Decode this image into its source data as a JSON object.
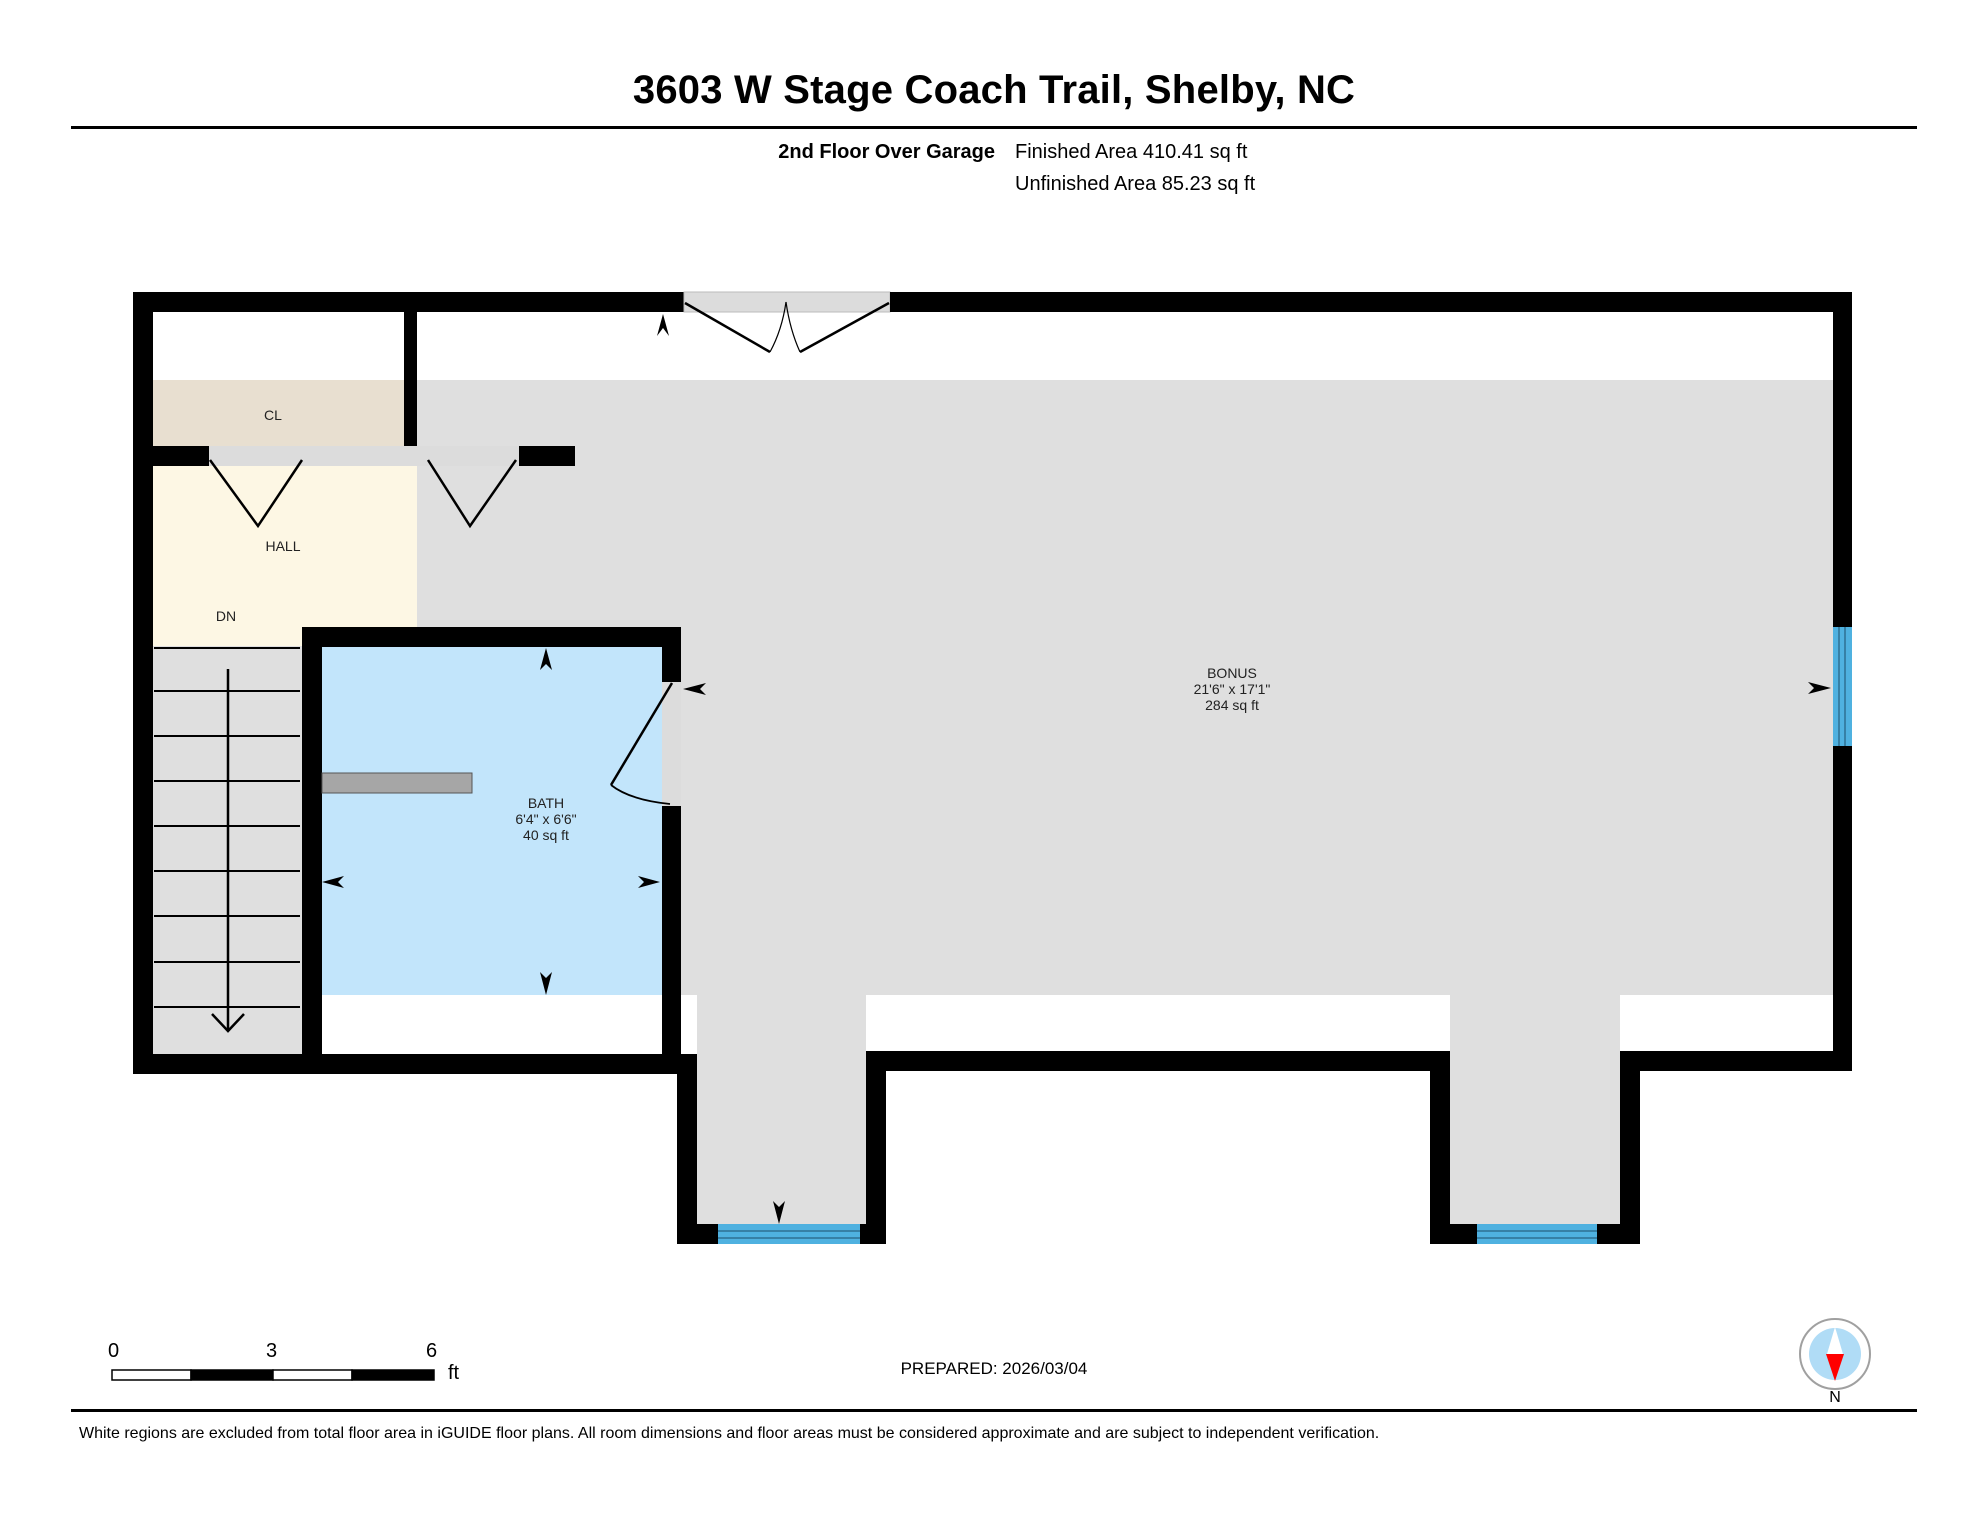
{
  "header": {
    "title": "3603 W Stage Coach Trail, Shelby, NC",
    "floor_name": "2nd Floor Over Garage",
    "finished_area": "Finished Area 410.41 sq ft",
    "unfinished_area": "Unfinished Area 85.23 sq ft"
  },
  "rooms": {
    "closet": {
      "label": "CL",
      "color": "#e8dfd0"
    },
    "hall": {
      "label": "HALL",
      "color": "#fdf7e4"
    },
    "stairs": {
      "label": "DN",
      "color": "#dfdfdf"
    },
    "bath": {
      "label": "BATH",
      "dimensions": "6'4\" x 6'6\"",
      "area": "40 sq ft",
      "color": "#c2e5fb"
    },
    "bonus": {
      "label": "BONUS",
      "dimensions": "21'6\" x 17'1\"",
      "area": "284 sq ft",
      "color": "#dfdfdf"
    }
  },
  "colors": {
    "wall": "#000000",
    "window": "#4fb1e0",
    "door_opening": "#dcdcdc",
    "compass_fill": "#b0dcf6",
    "compass_needle": "#ff0000"
  },
  "scale_bar": {
    "ticks": [
      "0",
      "3",
      "6"
    ],
    "unit": "ft"
  },
  "footer": {
    "prepared": "PREPARED: 2026/03/04",
    "north_label": "N",
    "disclaimer": "White regions are excluded from total floor area in iGUIDE floor plans. All room dimensions and floor areas must be considered approximate and are subject to independent verification."
  }
}
